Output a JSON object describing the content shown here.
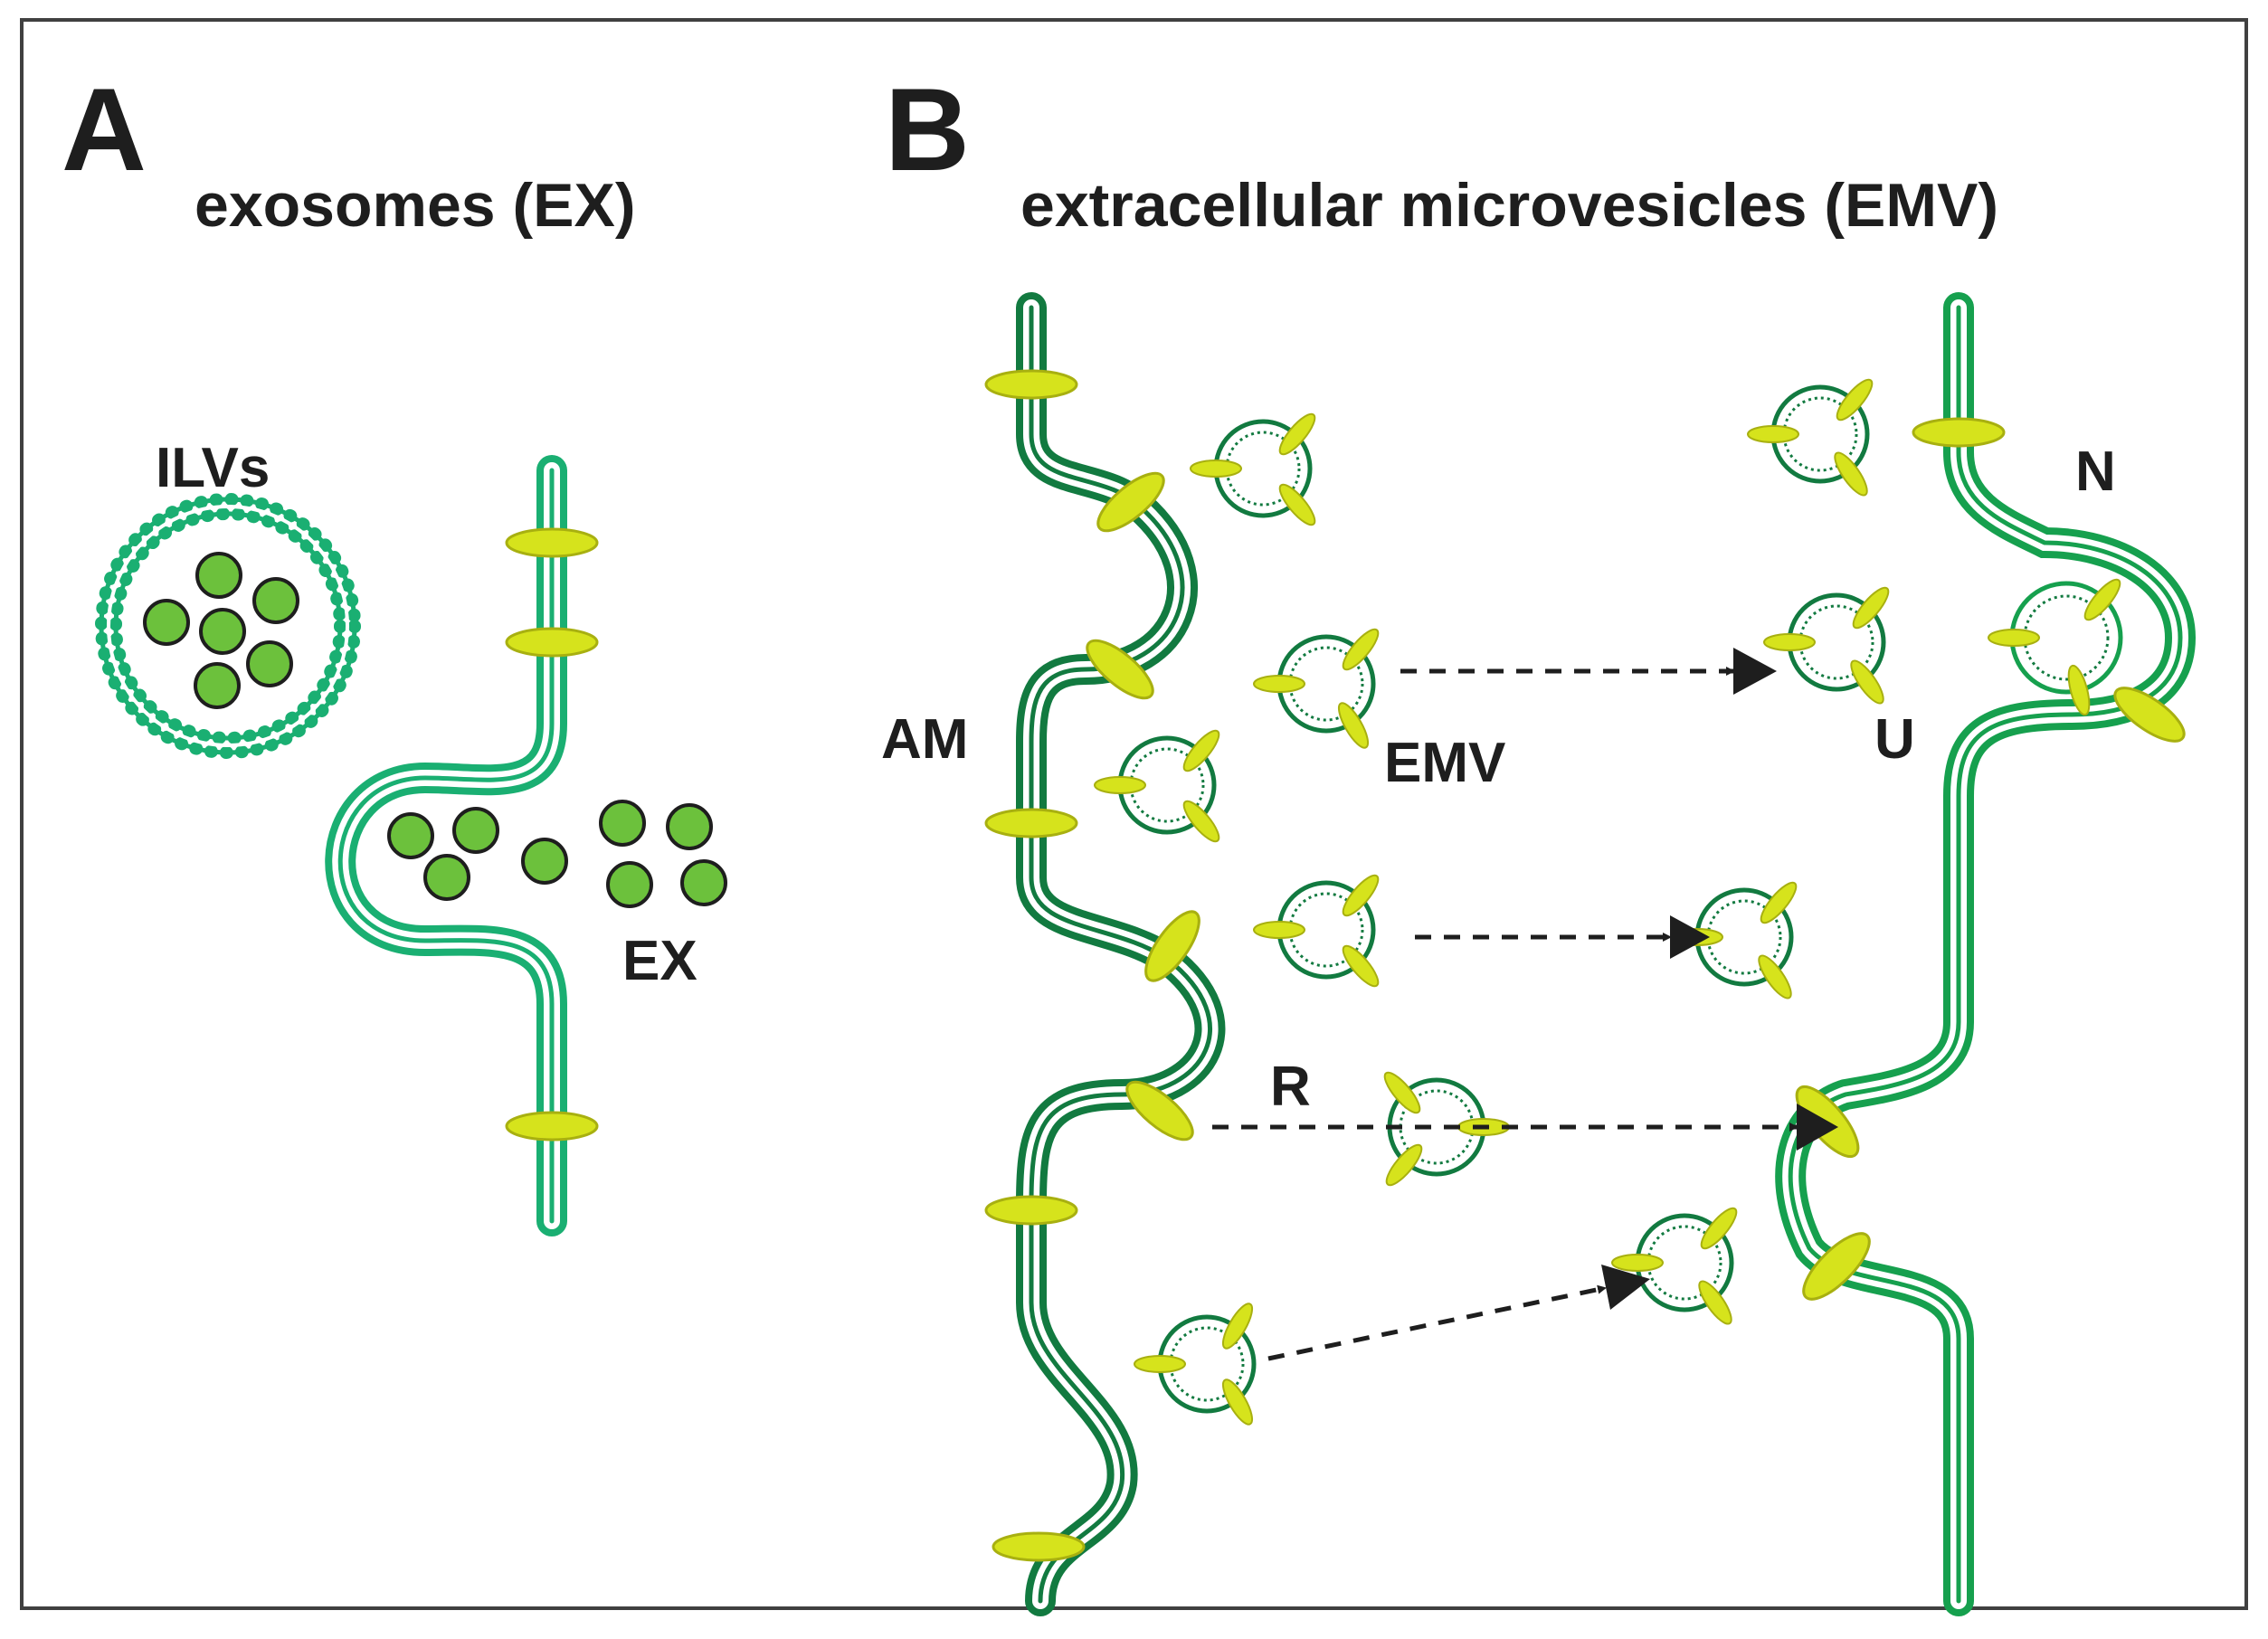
{
  "panel_a": {
    "letter": "A",
    "title": "exosomes (EX)",
    "labels": {
      "ilvs": "ILVs",
      "ex": "EX"
    }
  },
  "panel_b": {
    "letter": "B",
    "title": "extracellular microvesicles (EMV)",
    "labels": {
      "am": "AM",
      "emv": "EMV",
      "u": "U",
      "n": "N",
      "r": "R"
    }
  },
  "colors": {
    "membrane_light": "#1aaf72",
    "membrane_dark": "#127a40",
    "membrane_mid": "#16a04e",
    "protein_fill": "#d6e31c",
    "protein_stroke": "#a8b010",
    "cargo_fill": "#6cc13c",
    "arrow": "#1e1e1e",
    "frame": "#404040"
  }
}
